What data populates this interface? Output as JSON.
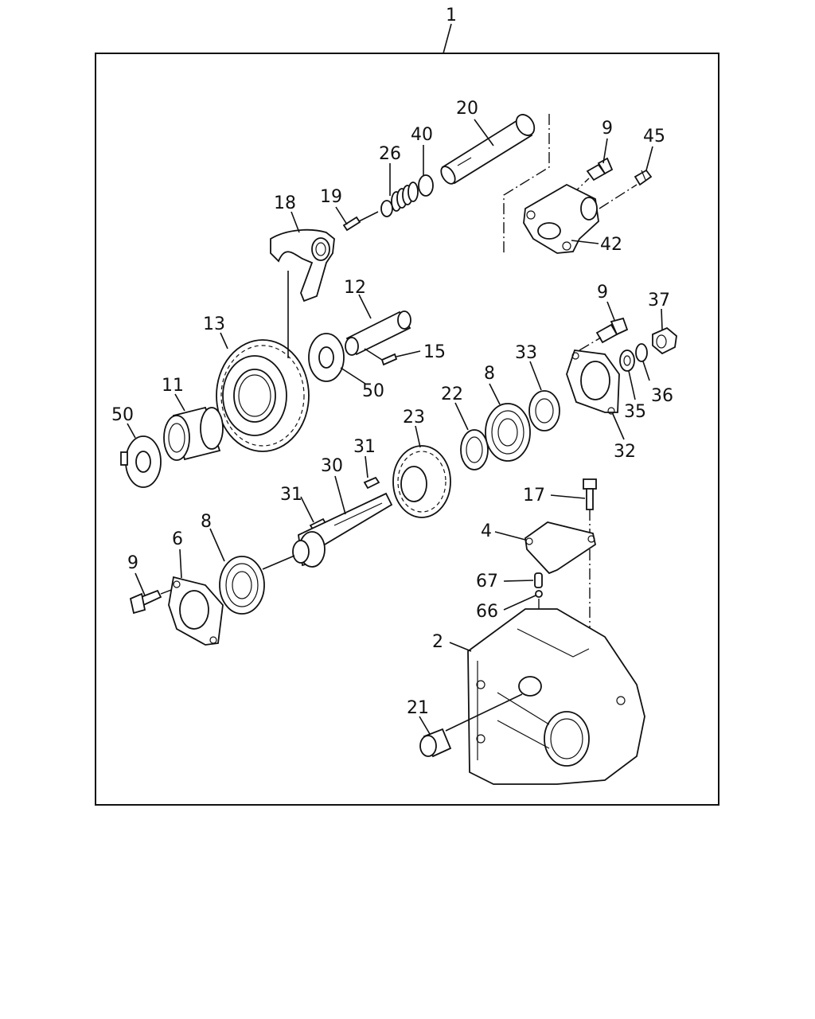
{
  "diagram": {
    "assembly_label": "1",
    "labels": [
      {
        "id": "l20",
        "text": "20"
      },
      {
        "id": "l40",
        "text": "40"
      },
      {
        "id": "l26",
        "text": "26"
      },
      {
        "id": "l9a",
        "text": "9"
      },
      {
        "id": "l45",
        "text": "45"
      },
      {
        "id": "l18",
        "text": "18"
      },
      {
        "id": "l19",
        "text": "19"
      },
      {
        "id": "l42",
        "text": "42"
      },
      {
        "id": "l12",
        "text": "12"
      },
      {
        "id": "l13",
        "text": "13"
      },
      {
        "id": "l15",
        "text": "15"
      },
      {
        "id": "l9b",
        "text": "9"
      },
      {
        "id": "l37",
        "text": "37"
      },
      {
        "id": "l11",
        "text": "11"
      },
      {
        "id": "l50a",
        "text": "50"
      },
      {
        "id": "l33",
        "text": "33"
      },
      {
        "id": "l8a",
        "text": "8"
      },
      {
        "id": "l22",
        "text": "22"
      },
      {
        "id": "l36",
        "text": "36"
      },
      {
        "id": "l35",
        "text": "35"
      },
      {
        "id": "l50b",
        "text": "50"
      },
      {
        "id": "l23",
        "text": "23"
      },
      {
        "id": "l32",
        "text": "32"
      },
      {
        "id": "l31a",
        "text": "31"
      },
      {
        "id": "l30",
        "text": "30"
      },
      {
        "id": "l31b",
        "text": "31"
      },
      {
        "id": "l17",
        "text": "17"
      },
      {
        "id": "l6",
        "text": "6"
      },
      {
        "id": "l8b",
        "text": "8"
      },
      {
        "id": "l4",
        "text": "4"
      },
      {
        "id": "l9c",
        "text": "9"
      },
      {
        "id": "l67",
        "text": "67"
      },
      {
        "id": "l66",
        "text": "66"
      },
      {
        "id": "l2",
        "text": "2"
      },
      {
        "id": "l21",
        "text": "21"
      }
    ]
  }
}
